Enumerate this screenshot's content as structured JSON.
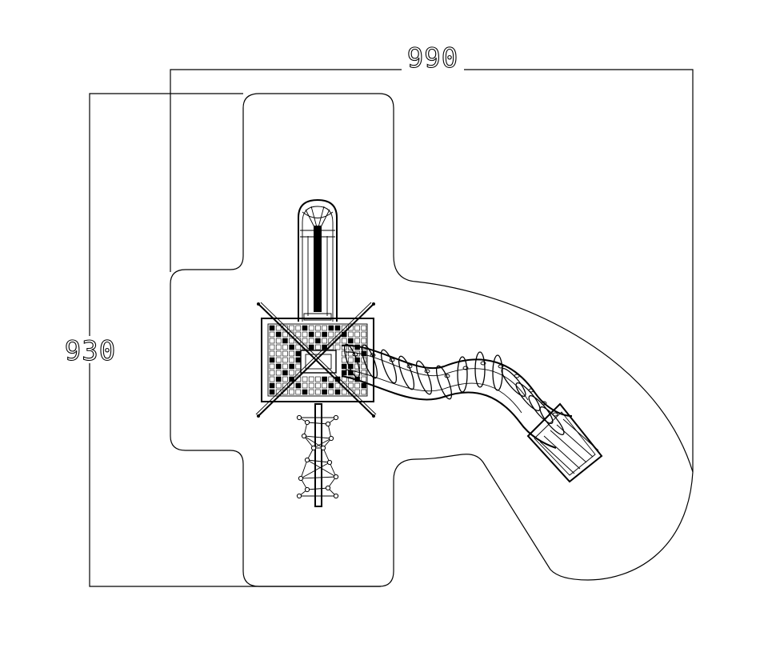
{
  "drawing": {
    "type": "playground-plan",
    "dimensions": {
      "width_label": "990",
      "height_label": "930"
    },
    "components": [
      "tower-deck",
      "straight-slide",
      "tube-slide",
      "spiral-climber",
      "safety-zone"
    ]
  }
}
